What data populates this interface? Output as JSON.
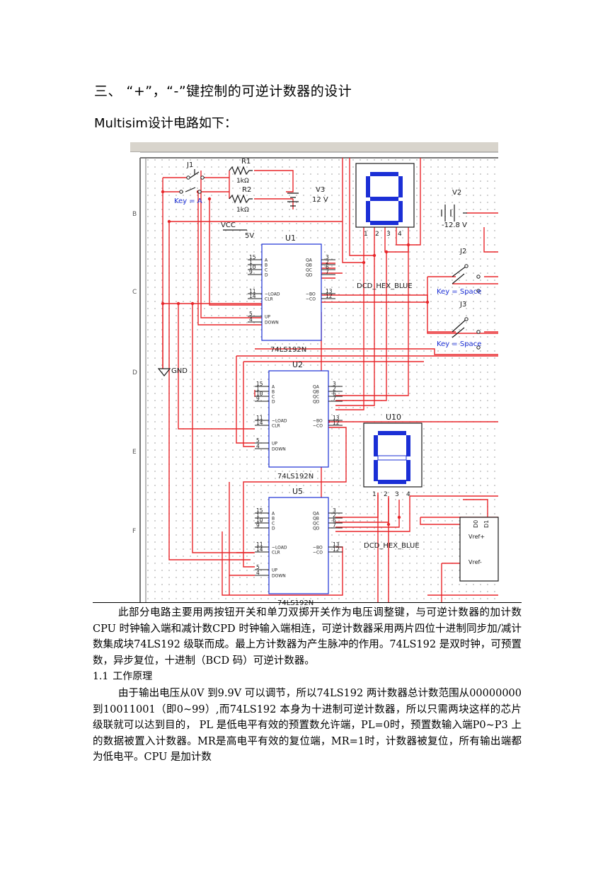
{
  "heading": "三、 “+”，“-”键控制的可逆计数器的设计",
  "subheading": "Multisim设计电路如下：",
  "schematic": {
    "components": {
      "j1": "J1",
      "r1": "R1",
      "r1_val": "1kΩ",
      "r2": "R2",
      "r2_val": "1kΩ",
      "key_a": "Key = A",
      "v3": "V3",
      "v3_val": "12 V",
      "vcc": "VCC",
      "vcc_val": "5V",
      "v2": "V2",
      "v2_val": "-12.8 V",
      "j2": "J2",
      "j3": "J3",
      "key_space_1": "Key = Space",
      "key_space_2": "Key = Space",
      "gnd": "GND",
      "u10": "U10",
      "dcd_1": "DCD_HEX_BLUE",
      "dcd_2": "DCD_HEX_BLUE",
      "wref_plus": "Vref+",
      "wref_minus": "Vref-",
      "d0": "D0",
      "d1": "D1"
    },
    "chips": [
      {
        "name": "U1",
        "part": "74LS192N"
      },
      {
        "name": "U2",
        "part": "74LS192N"
      },
      {
        "name": "U5",
        "part": "74LS192N"
      }
    ],
    "chip_left_pins": [
      "15",
      "1",
      "10",
      "9",
      "11",
      "14",
      "5",
      "4"
    ],
    "chip_left_labels": [
      "A",
      "B",
      "C",
      "D",
      "~LOAD",
      "CLR",
      "UP",
      "DOWN"
    ],
    "chip_right_pins": [
      "3",
      "2",
      "6",
      "7",
      "13",
      "12"
    ],
    "chip_right_labels": [
      "QA",
      "QB",
      "QC",
      "QD",
      "~BO",
      "~CO"
    ],
    "display_pins": [
      "1",
      "2",
      "3",
      "4"
    ],
    "row_letters": [
      "B",
      "C",
      "D",
      "E",
      "F"
    ]
  },
  "paragraph1": "此部分电路主要用两按钮开关和单刀双掷开关作为电压调整键，与可逆计数器的加计数CPU 时钟输入端和减计数CPD 时钟输入端相连，可逆计数器采用两片四位十进制同步加/减计数集成块74LS192 级联而成。最上方计数器为产生脉冲的作用。74LS192 是双时钟，可预置数，异步复位，十进制（BCD 码）可逆计数器。",
  "section_number": "1.1",
  "section_title": "工作原理",
  "paragraph2": "由于输出电压从0V 到9.9V 可以调节，所以74LS192 两计数器总计数范围从00000000 到10011001（即0~99）,而74LS192 本身为十进制可逆计数器，所以只需两块这样的芯片级联就可以达到目的， PL 是低电平有效的预置数允许端，PL=0时，预置数输入端P0~P3 上的数据被置入计数器。MR是高电平有效的复位端，MR=1时，计数器被复位，所有输出端都为低电平。CPU 是加计数",
  "colors": {
    "wire": "#e8262a",
    "component": "#1a1a1a",
    "segment": "#1b2fd6",
    "grid_dot": "#b0b0b0",
    "frame_bg": "#d8d4cc"
  }
}
